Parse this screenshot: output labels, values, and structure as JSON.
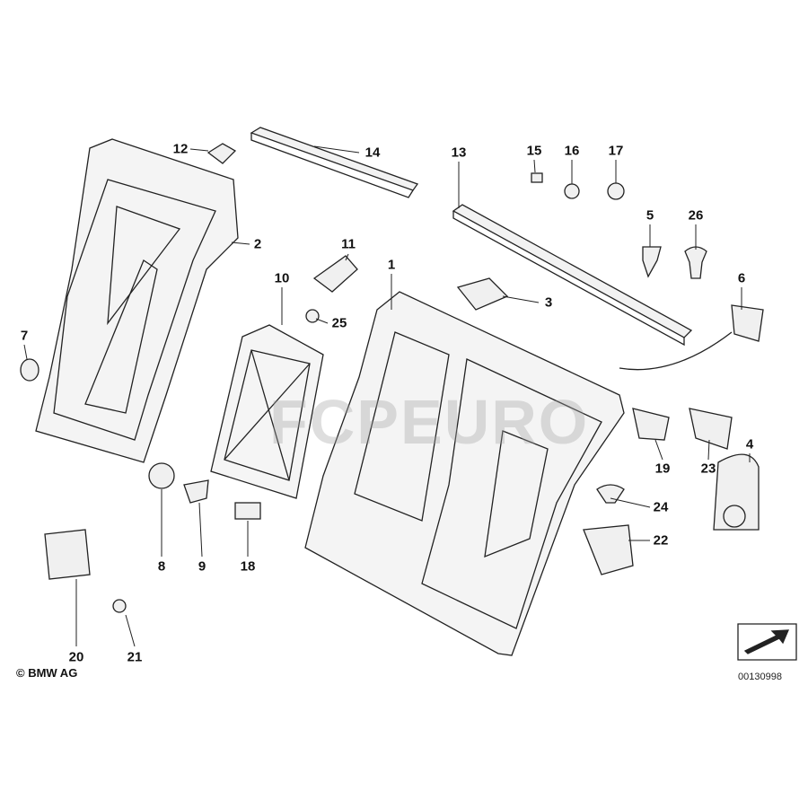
{
  "labels": {
    "p1": "1",
    "p2": "2",
    "p3": "3",
    "p4": "4",
    "p5": "5",
    "p6": "6",
    "p7": "7",
    "p8": "8",
    "p9": "9",
    "p10": "10",
    "p11": "11",
    "p12": "12",
    "p13": "13",
    "p14": "14",
    "p15": "15",
    "p16": "16",
    "p17": "17",
    "p18": "18",
    "p19": "19",
    "p20": "20",
    "p21": "21",
    "p22": "22",
    "p23": "23",
    "p24": "24",
    "p25": "25",
    "p26": "26"
  },
  "copyright": "© BMW AG",
  "diagram_code": "00130998",
  "watermark": "FCPEURO"
}
